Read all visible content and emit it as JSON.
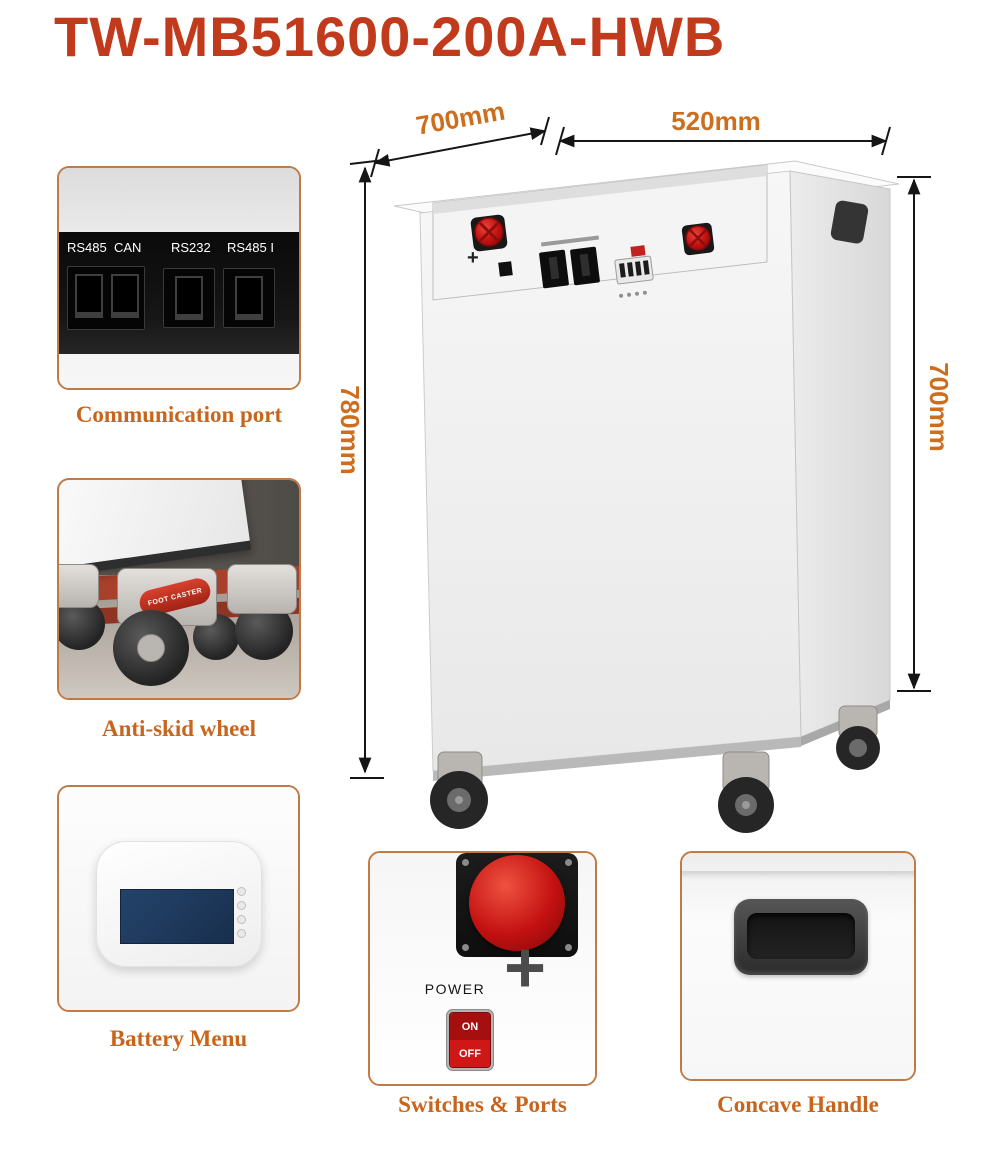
{
  "title": "TW-MB51600-200A-HWB",
  "dimensions": {
    "width_top": "700mm",
    "depth_top": "520mm",
    "height_left": "780mm",
    "height_right": "700mm"
  },
  "callouts": {
    "communication": {
      "caption": "Communication port",
      "port_labels": [
        "RS485  CAN",
        "RS232",
        "RS485 I"
      ]
    },
    "wheel": {
      "caption": "Anti-skid wheel",
      "caster_text": "FOOT CASTER"
    },
    "battery_menu": {
      "caption": "Battery Menu"
    },
    "switches": {
      "caption": "Switches & Ports",
      "power_label": "POWER",
      "on_label": "ON",
      "off_label": "OFF",
      "plus_label": "+"
    },
    "handle": {
      "caption": "Concave Handle"
    }
  },
  "colors": {
    "title": "#c23a1c",
    "caption": "#c8651d",
    "box_border": "#c07a45",
    "terminal_red": "#c31111"
  }
}
